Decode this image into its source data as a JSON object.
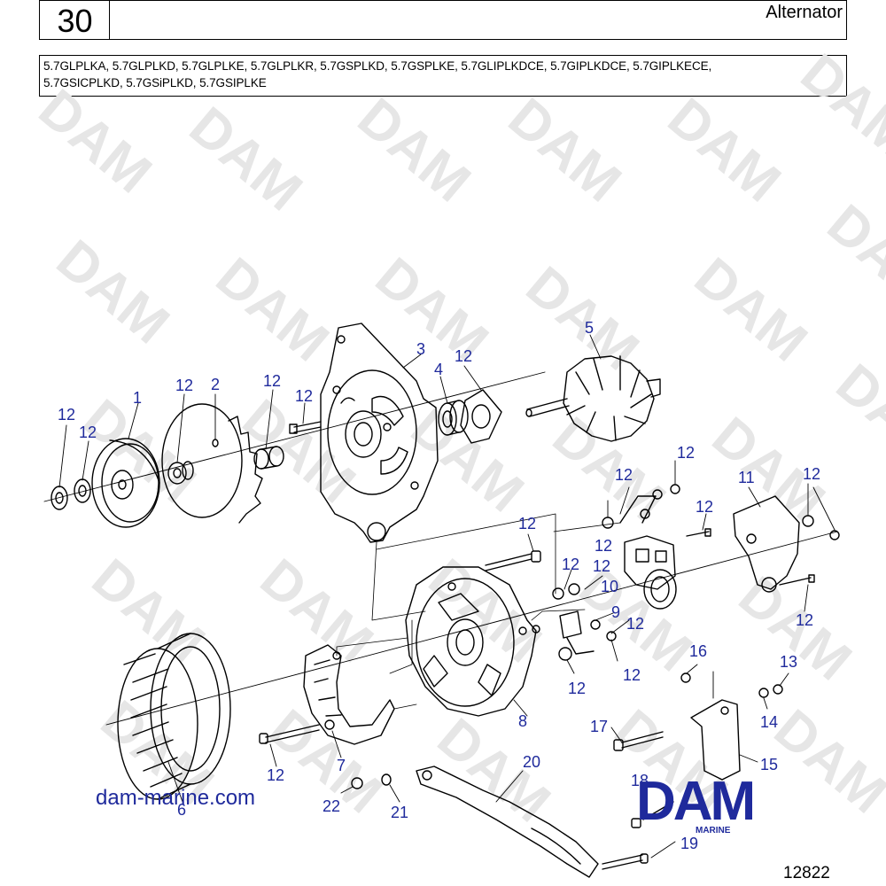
{
  "header": {
    "section_number": "30",
    "title": "Alternator",
    "models_line_1": "5.7GLPLKA, 5.7GLPLKD, 5.7GLPLKE, 5.7GLPLKR, 5.7GSPLKD, 5.7GSPLKE, 5.7GLIPLKDCE, 5.7GIPLKDCE, 5.7GIPLKECE,",
    "models_line_2": "5.7GSICPLKD, 5.7GSiPLKD, 5.7GSIPLKE"
  },
  "callouts": [
    "1",
    "2",
    "3",
    "4",
    "5",
    "6",
    "7",
    "8",
    "9",
    "10",
    "11",
    "12",
    "13",
    "14",
    "15",
    "16",
    "17",
    "18",
    "19",
    "20",
    "21",
    "22"
  ],
  "watermark": "DAM",
  "footer": {
    "site": "dam-marine.com",
    "logo": "DAM",
    "logo_sub": "MARINE",
    "drawing_number": "12822"
  },
  "colors": {
    "callout": "#1f2a9c",
    "line": "#000000",
    "watermark": "#e6e6e6"
  }
}
